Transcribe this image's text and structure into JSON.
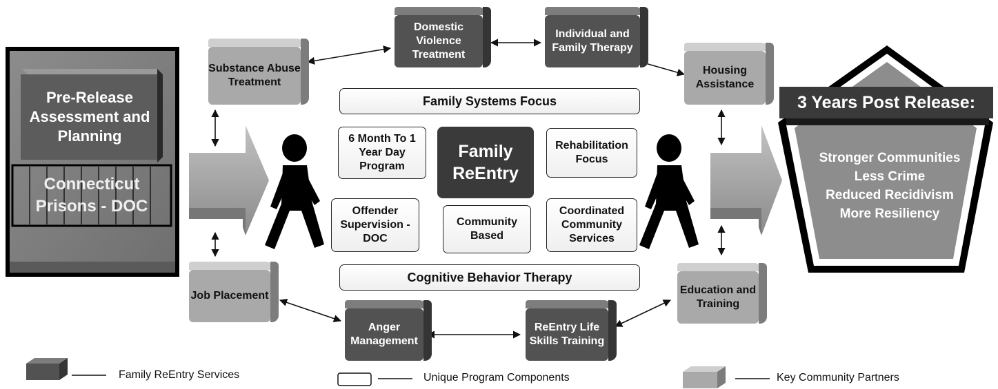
{
  "prison": {
    "planning_title": "Pre-Release Assessment and Planning",
    "prison_label": "Connecticut Prisons - DOC"
  },
  "center": {
    "title": "Family ReEntry",
    "top_banner": "Family Systems Focus",
    "bottom_banner": "Cognitive Behavior Therapy",
    "components": {
      "day_program": "6 Month To 1 Year Day Program",
      "rehabilitation": "Rehabilitation Focus",
      "supervision": "Offender Supervision - DOC",
      "community_based": "Community Based",
      "coordinated": "Coordinated Community Services"
    }
  },
  "services": {
    "domestic_violence": "Domestic Violence Treatment",
    "family_therapy": "Individual and Family Therapy",
    "anger_management": "Anger Management",
    "life_skills": "ReEntry Life Skills Training"
  },
  "partners": {
    "substance_abuse": "Substance Abuse Treatment",
    "housing": "Housing Assistance",
    "job_placement": "Job Placement",
    "education": "Education and Training"
  },
  "outcome": {
    "title": "3 Years Post Release:",
    "items": [
      "Stronger Communities",
      "Less Crime",
      "Reduced Recidivism",
      "More Resiliency"
    ]
  },
  "legend": {
    "services_label": "Family ReEntry Services",
    "unique_label": "Unique Program Components",
    "partners_label": "Key Community Partners"
  },
  "colors": {
    "service_dark": "#525252",
    "partner_light": "#a9a9a9",
    "outcome_fill": "#8d8d8d"
  }
}
